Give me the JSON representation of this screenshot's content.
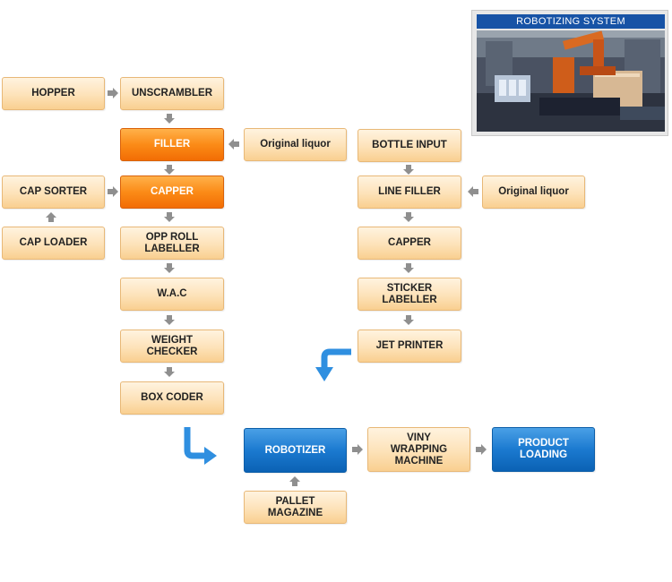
{
  "photo": {
    "title": "ROBOTIZING SYSTEM"
  },
  "nodes": {
    "hopper": "HOPPER",
    "unscrambler": "UNSCRAMBLER",
    "filler": "FILLER",
    "original_liquor_left": "Original liquor",
    "cap_sorter": "CAP SORTER",
    "capper_left": "CAPPER",
    "cap_loader": "CAP LOADER",
    "opp_roll_labeller": "OPP ROLL\nLABELLER",
    "wac": "W.A.C",
    "weight_checker": "WEIGHT\nCHECKER",
    "box_coder": "BOX CODER",
    "bottle_input": "BOTTLE INPUT",
    "line_filler": "LINE FILLER",
    "original_liquor_right": "Original liquor",
    "capper_right": "CAPPER",
    "sticker_labeller": "STICKER\nLABELLER",
    "jet_printer": "JET PRINTER",
    "robotizer": "ROBOTIZER",
    "viny_wrapping_machine": "VINY\nWRAPPING\nMACHINE",
    "product_loading": "PRODUCT\nLOADING",
    "pallet_magazine": "PALLET\nMAGAZINE"
  },
  "colors": {
    "box_border": "#e8b877",
    "highlight_orange": "#f26d04",
    "highlight_blue": "#0b62b4",
    "connector_gray": "#8f8f8f",
    "flow_blue": "#2f8fe0"
  }
}
